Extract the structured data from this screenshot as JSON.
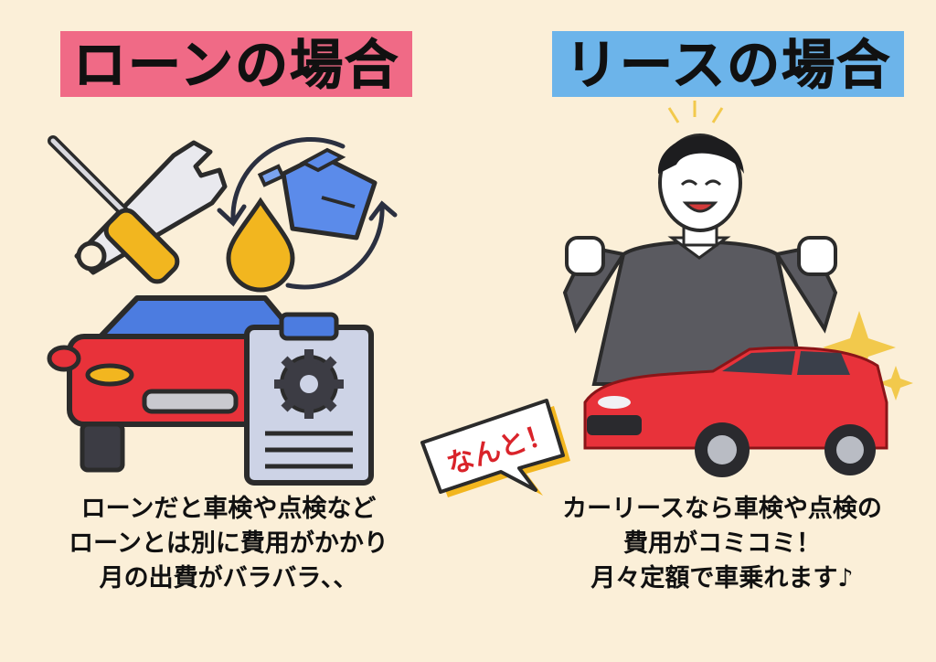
{
  "left": {
    "title": "ローンの場合",
    "caption_lines": [
      "ローンだと車検や点検など",
      "ローンとは別に費用がかかり",
      "月の出費がバラバラ、、"
    ]
  },
  "right": {
    "title": "リースの場合",
    "caption_lines": [
      "カーリースなら車検や点検の",
      "費用がコミコミ！",
      "月々定額で車乗れます♪"
    ],
    "bubble": "なんと！"
  },
  "colors": {
    "background": "#fbefd8",
    "left_title_bg": "#f06a86",
    "right_title_bg": "#6cb4ea",
    "car_red": "#e8323a",
    "oil_gold": "#f2b61f",
    "sparkle": "#f2c94c"
  },
  "icons": [
    "wrench-icon",
    "screwdriver-icon",
    "oil-can-icon",
    "oil-drop-icon",
    "recycle-arrows-icon",
    "car-icon",
    "clipboard-gear-icon",
    "gear-icon",
    "sparkle-icon",
    "happy-man-illustration",
    "red-car-illustration"
  ]
}
